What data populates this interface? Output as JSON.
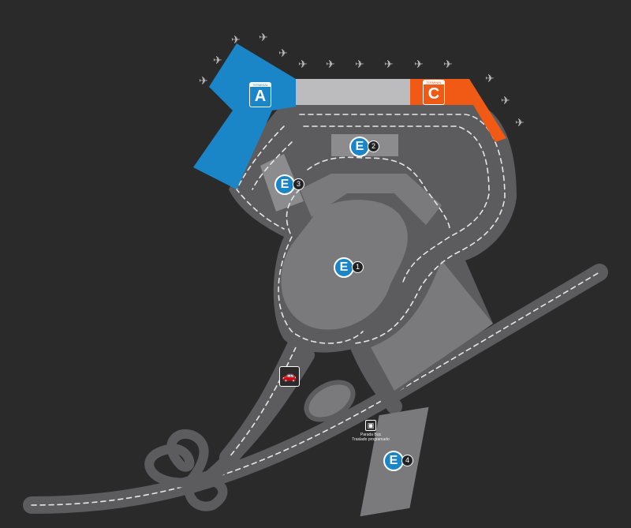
{
  "terminals": [
    {
      "id": "A",
      "caption": "TERMINAL",
      "letter": "A",
      "color": "#1a86c8"
    },
    {
      "id": "C",
      "caption": "TERMINAL",
      "letter": "C",
      "color": "#f05a14"
    }
  ],
  "parkings": [
    {
      "letter": "E",
      "number": "1"
    },
    {
      "letter": "E",
      "number": "2"
    },
    {
      "letter": "E",
      "number": "3"
    },
    {
      "letter": "E",
      "number": "4"
    }
  ],
  "bus_stop": {
    "line1": "Parada Bus",
    "line2": "Traslado programado"
  },
  "icons": [
    "airplane-icon",
    "car-icon",
    "bus-icon"
  ],
  "colors": {
    "background": "#2b2a2b",
    "road": "#5c5c5e",
    "lot": "#7a7a7c",
    "parking_badge": "#1a86c8"
  }
}
